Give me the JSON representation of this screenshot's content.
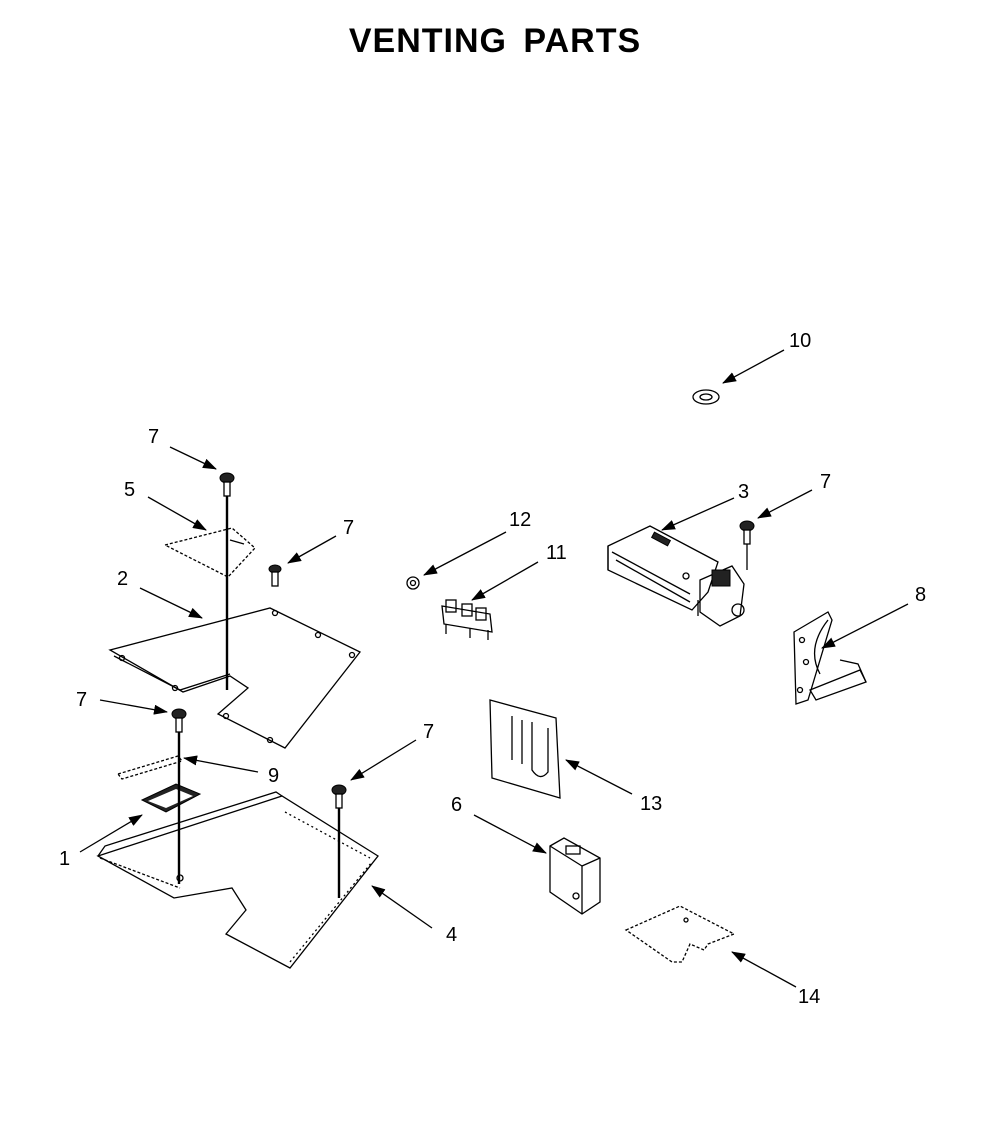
{
  "title": "VENTING PARTS",
  "colors": {
    "line": "#000000",
    "background": "#ffffff"
  },
  "callouts": [
    {
      "id": "c-10",
      "label": "10"
    },
    {
      "id": "c-7a",
      "label": "7"
    },
    {
      "id": "c-5",
      "label": "5"
    },
    {
      "id": "c-7b",
      "label": "7"
    },
    {
      "id": "c-12",
      "label": "12"
    },
    {
      "id": "c-11",
      "label": "11"
    },
    {
      "id": "c-3",
      "label": "3"
    },
    {
      "id": "c-7c",
      "label": "7"
    },
    {
      "id": "c-2",
      "label": "2"
    },
    {
      "id": "c-8",
      "label": "8"
    },
    {
      "id": "c-7d",
      "label": "7"
    },
    {
      "id": "c-7e",
      "label": "7"
    },
    {
      "id": "c-9",
      "label": "9"
    },
    {
      "id": "c-13",
      "label": "13"
    },
    {
      "id": "c-6",
      "label": "6"
    },
    {
      "id": "c-1",
      "label": "1"
    },
    {
      "id": "c-4",
      "label": "4"
    },
    {
      "id": "c-14",
      "label": "14"
    }
  ]
}
